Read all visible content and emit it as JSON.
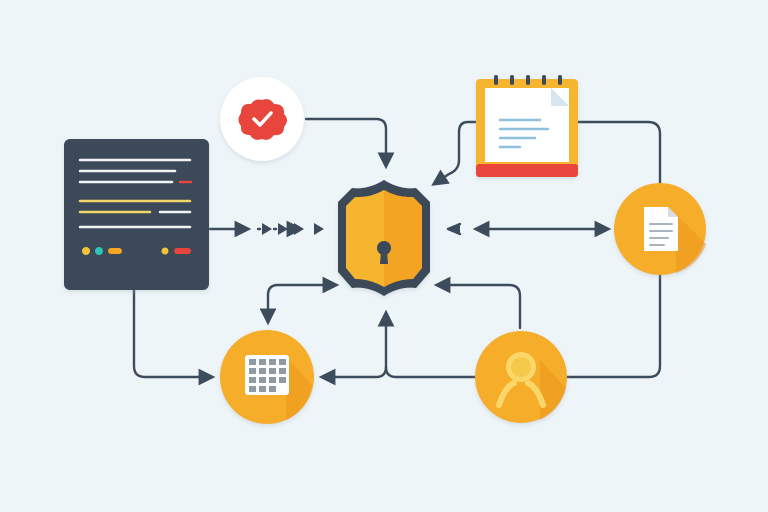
{
  "colors": {
    "background": "#eef5f8",
    "connector": "#3d4c5c",
    "node_orange": "#f5ad2a",
    "node_orange_shade": "#ec9a1a",
    "shield_fill": "#f6b52f",
    "shield_border": "#3a4858",
    "terminal_bg": "#3b4858",
    "badge_red": "#e8453c",
    "notepad_frame": "#f6b52f",
    "notepad_base": "#e8453c"
  },
  "nodes": [
    {
      "id": "terminal",
      "icon": "terminal-window-icon"
    },
    {
      "id": "badge",
      "icon": "verified-badge-icon"
    },
    {
      "id": "shield",
      "icon": "padlock-shield-icon"
    },
    {
      "id": "notepad",
      "icon": "notepad-document-icon"
    },
    {
      "id": "document",
      "icon": "document-icon"
    },
    {
      "id": "calendar",
      "icon": "calendar-grid-icon"
    },
    {
      "id": "user",
      "icon": "user-icon"
    }
  ],
  "connections": [
    {
      "from": "terminal",
      "to": "shield"
    },
    {
      "from": "badge",
      "to": "shield"
    },
    {
      "from": "notepad",
      "to": "shield"
    },
    {
      "from": "document",
      "to": "shield",
      "bidirectional": true
    },
    {
      "from": "shield",
      "to": "calendar",
      "bidirectional": true
    },
    {
      "from": "user",
      "to": "shield"
    },
    {
      "from": "terminal",
      "to": "calendar"
    },
    {
      "from": "user",
      "to": "calendar"
    },
    {
      "from": "document",
      "to": "user"
    },
    {
      "from": "notepad",
      "to": "document"
    }
  ]
}
